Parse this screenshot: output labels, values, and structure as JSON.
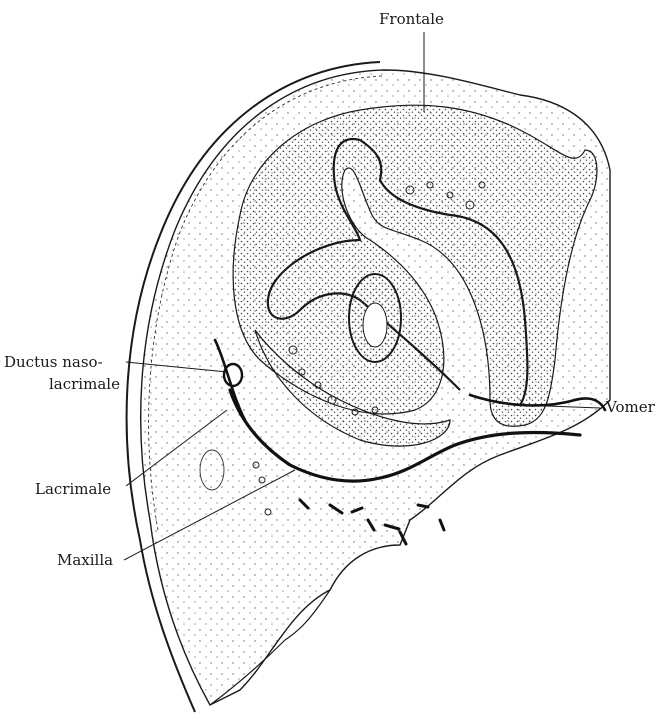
{
  "labels": {
    "frontale": "Frontale",
    "ductus_line1": "Ductus naso-",
    "ductus_line2": "lacrimale",
    "lacrimale": "Lacrimale",
    "maxilla": "Maxilla",
    "vomer": "Vomer"
  },
  "colors": {
    "ink": "#1a1a1a",
    "paper": "#ffffff",
    "stipple": "#555555"
  }
}
